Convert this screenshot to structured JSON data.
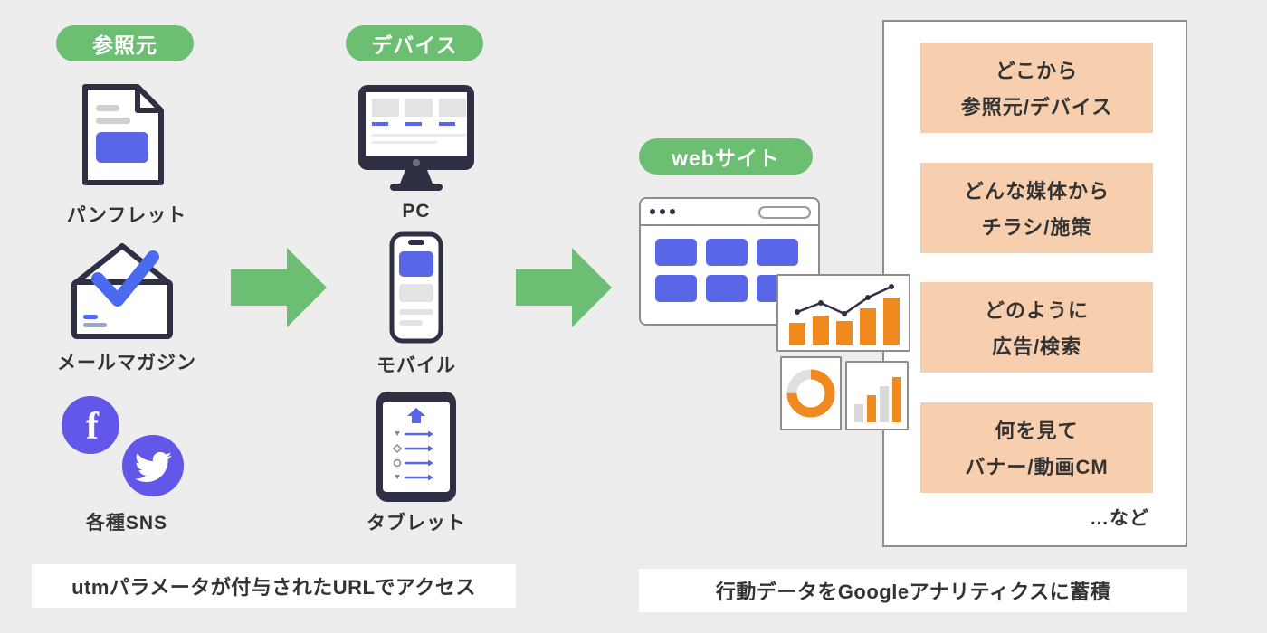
{
  "badges": {
    "source": "参照元",
    "device": "デバイス",
    "website": "webサイト"
  },
  "labels": {
    "pamphlet": "パンフレット",
    "mailmagazine": "メールマガジン",
    "sns": "各種SNS",
    "pc": "PC",
    "mobile": "モバイル",
    "tablet": "タブレット"
  },
  "panel": {
    "boxes": [
      {
        "line1": "どこから",
        "line2": "参照元/デバイス"
      },
      {
        "line1": "どんな媒体から",
        "line2": "チラシ/施策"
      },
      {
        "line1": "どのように",
        "line2": "広告/検索"
      },
      {
        "line1": "何を見て",
        "line2": "バナー/動画CM"
      }
    ],
    "footer": "…など"
  },
  "captions": {
    "left": "utmパラメータが付与されたURLでアクセス",
    "right": "行動データをGoogleアナリティクスに蓄積"
  },
  "colors": {
    "green": "#6cbf72",
    "purple": "#5a66e8",
    "blue_check": "#4a6af0",
    "orange_box": "#f8cfae",
    "orange_chart": "#f0891e",
    "dark": "#2f3044",
    "background": "#ededed"
  }
}
